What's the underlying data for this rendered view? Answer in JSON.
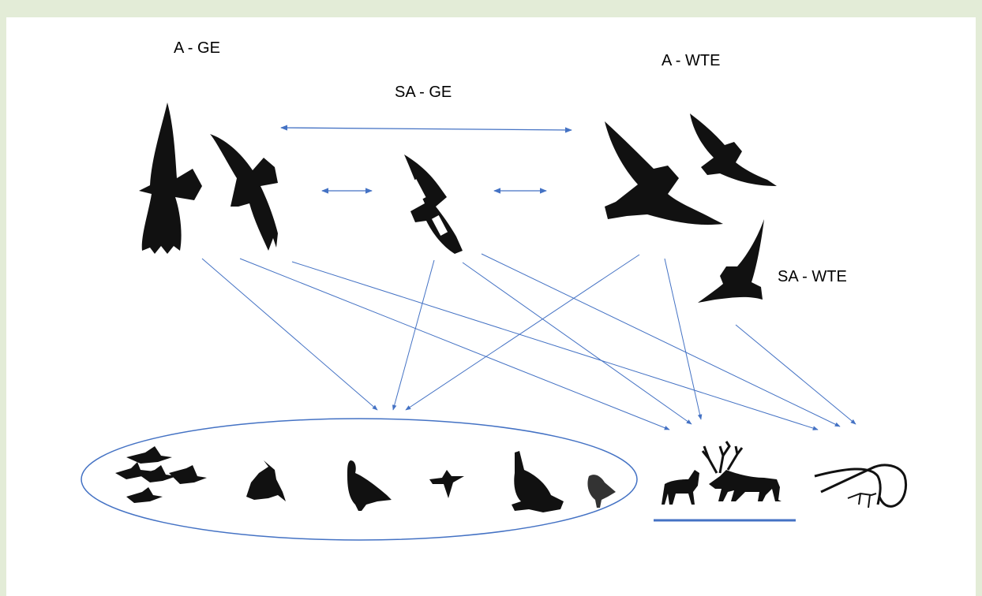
{
  "labels": {
    "adult_golden_eagle": "A - GE",
    "subadult_golden_eagle": "SA - GE",
    "adult_white_tailed_eagle": "A - WTE",
    "subadult_white_tailed_eagle": "SA - WTE"
  },
  "colors": {
    "background": "#e3ecd7",
    "panel": "#ffffff",
    "arrow": "#4472c4",
    "silhouette": "#111111"
  },
  "icons": [
    "golden-eagle-icon",
    "subadult-golden-eagle-icon",
    "white-tailed-eagle-icon",
    "subadult-white-tailed-eagle-icon",
    "geese-icon",
    "black-grouse-icon",
    "ptarmigan-icon",
    "wader-icon",
    "hare-icon",
    "plover-icon",
    "reindeer-calf-icon",
    "reindeer-adult-icon",
    "reindeer-carcass-icon"
  ]
}
